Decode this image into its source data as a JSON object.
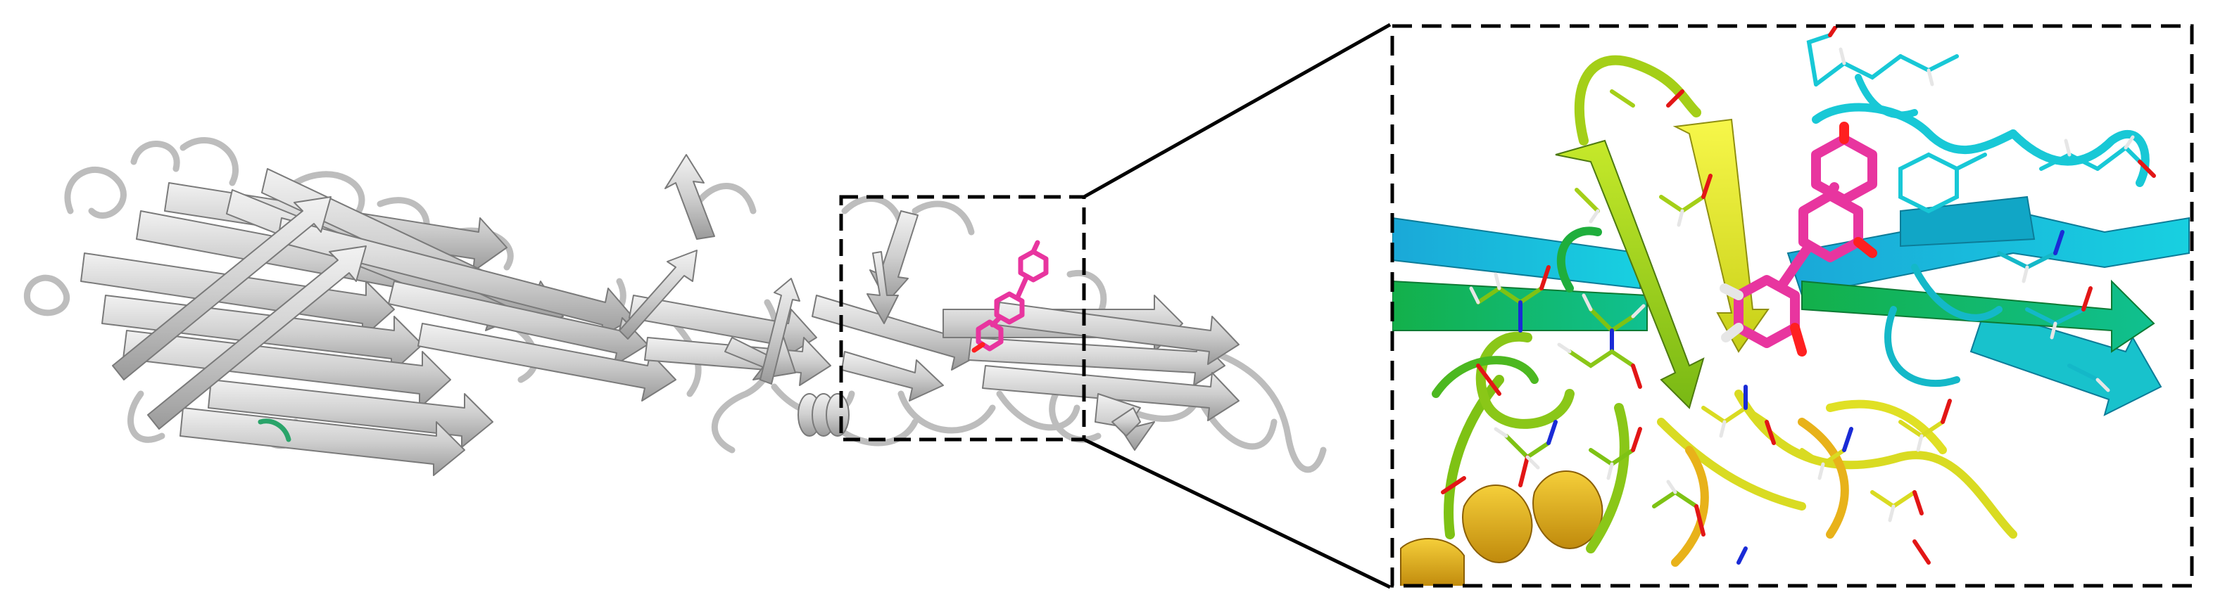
{
  "figure": {
    "panels": [
      {
        "name": "full-protein-structure",
        "style": "gray cartoon ribbon"
      },
      {
        "name": "binding-site-zoom",
        "style": "colored cartoon with stick side chains"
      }
    ],
    "colors": {
      "protein_gray": "#c8c8c8",
      "protein_gray_dark": "#8f8f8f",
      "ligand_magenta": "#e8359f",
      "ligand_pink": "#ff4fb5",
      "cyan": "#14c8d8",
      "teal": "#10a0b8",
      "green": "#1fae3c",
      "lime": "#8fd21a",
      "yellow": "#e9ea2e",
      "gold": "#e8b21a",
      "oxygen": "#e21616",
      "nitrogen": "#1a2bd6",
      "hydrogen": "#e6e6e6",
      "dashed_box": "#000000"
    }
  }
}
